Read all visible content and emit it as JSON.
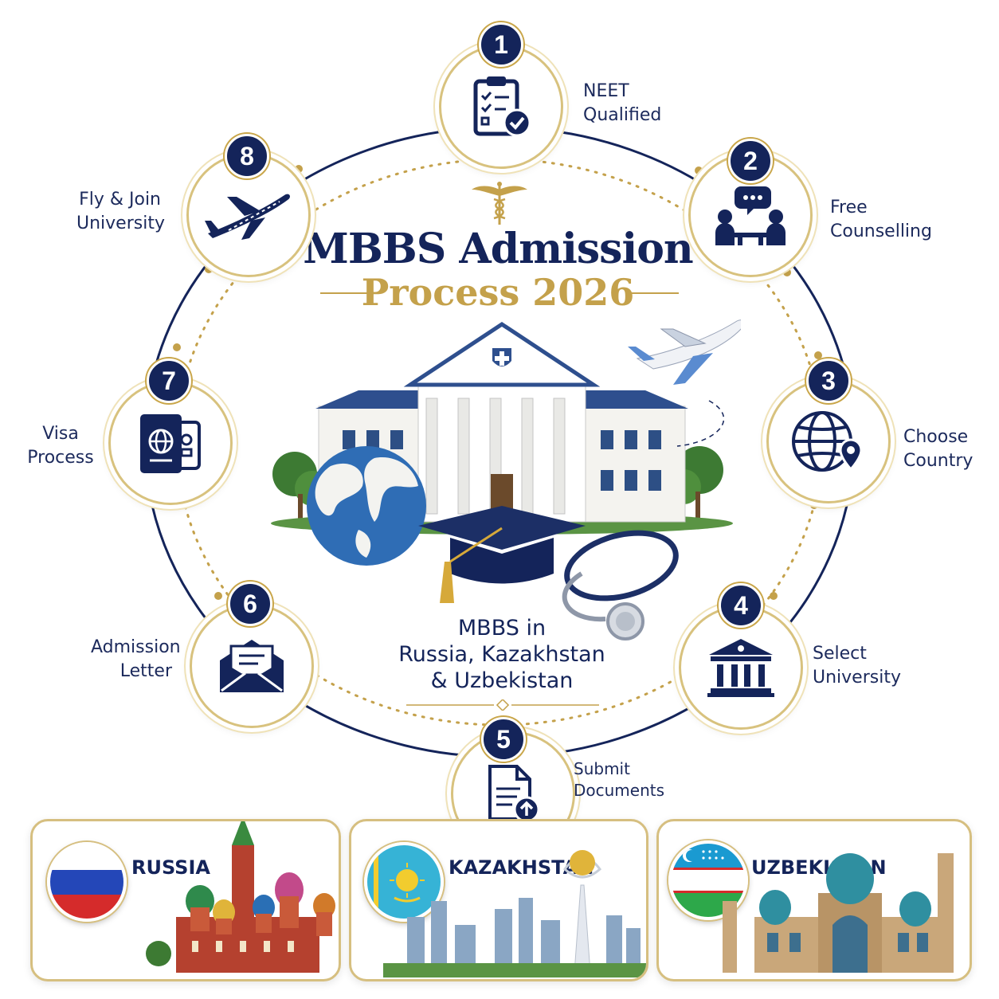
{
  "title": {
    "line1": "MBBS Admission",
    "line2": "Process 2026"
  },
  "subtitle": {
    "line1": "MBBS in",
    "line2": "Russia, Kazakhstan",
    "line3": "& Uzbekistan"
  },
  "steps": [
    {
      "number": "1",
      "label_line1": "NEET",
      "label_line2": "Qualified",
      "icon": "clipboard-check-icon"
    },
    {
      "number": "2",
      "label_line1": "Free",
      "label_line2": "Counselling",
      "icon": "counselling-icon"
    },
    {
      "number": "3",
      "label_line1": "Choose",
      "label_line2": "Country",
      "icon": "globe-pin-icon"
    },
    {
      "number": "4",
      "label_line1": "Select",
      "label_line2": "University",
      "icon": "university-icon"
    },
    {
      "number": "5",
      "label_line1": "Submit",
      "label_line2": "Documents",
      "icon": "document-upload-icon"
    },
    {
      "number": "6",
      "label_line1": "Admission",
      "label_line2": "Letter",
      "icon": "envelope-icon"
    },
    {
      "number": "7",
      "label_line1": "Visa",
      "label_line2": "Process",
      "icon": "passport-icon"
    },
    {
      "number": "8",
      "label_line1": "Fly & Join",
      "label_line2": "University",
      "icon": "airplane-icon"
    }
  ],
  "countries": [
    {
      "name": "RUSSIA",
      "flag": "russia-flag"
    },
    {
      "name": "KAZAKHSTAN",
      "flag": "kazakhstan-flag"
    },
    {
      "name": "UZBEKISTAN",
      "flag": "uzbekistan-flag"
    }
  ],
  "colors": {
    "navy": "#14245a",
    "gold": "#c4a14b",
    "blue": "#2f6db5"
  }
}
